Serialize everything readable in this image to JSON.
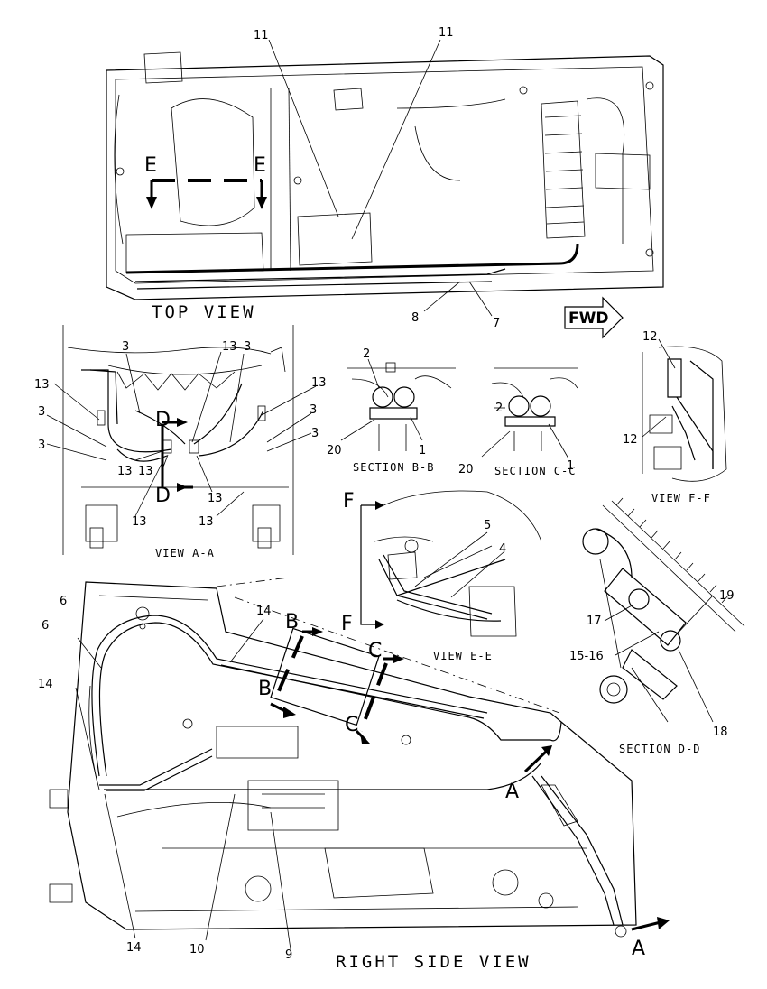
{
  "views": {
    "top": "TOP VIEW",
    "view_a": "VIEW A-A",
    "section_b": "SECTION B-B",
    "section_c": "SECTION C-C",
    "view_f": "VIEW F-F",
    "view_e": "VIEW E-E",
    "section_d": "SECTION D-D",
    "right_side": "RIGHT SIDE VIEW"
  },
  "fwd_label": "FWD",
  "section_markers": {
    "a": "A",
    "b": "B",
    "c": "C",
    "d": "D",
    "e": "E",
    "f": "F"
  },
  "callouts": {
    "n1": "1",
    "n2": "2",
    "n3": "3",
    "n4": "4",
    "n5": "5",
    "n6": "6",
    "n7": "7",
    "n8": "8",
    "n9": "9",
    "n10": "10",
    "n11": "11",
    "n12": "12",
    "n13": "13",
    "n14": "14",
    "n15_16": "15-16",
    "n17": "17",
    "n18": "18",
    "n19": "19",
    "n20": "20"
  }
}
